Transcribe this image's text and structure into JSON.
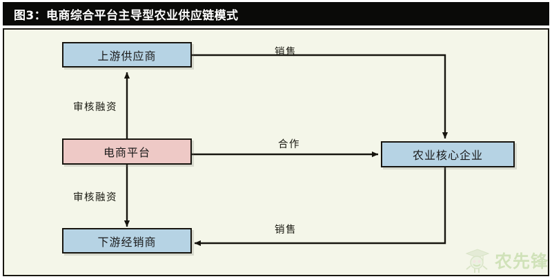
{
  "figure": {
    "title": "图3：电商综合平台主导型农业供应链模式",
    "background_color": "#f4f6e9",
    "title_bar_color": "#0a0a08",
    "title_text_color": "#ffffff",
    "border_color": "#16140e"
  },
  "nodes": [
    {
      "id": "upstream",
      "label": "上游供应商",
      "fill": "#b6d3e4"
    },
    {
      "id": "platform",
      "label": "电商平台",
      "fill": "#eec9c6"
    },
    {
      "id": "downstream",
      "label": "下游经销商",
      "fill": "#b6d3e4"
    },
    {
      "id": "core",
      "label": "农业核心企业",
      "fill": "#b6d3e4"
    }
  ],
  "edges": [
    {
      "id": "platform-to-upstream",
      "label": "审核融资",
      "from": "platform",
      "to": "upstream",
      "direction": "up"
    },
    {
      "id": "platform-to-downstream",
      "label": "审核融资",
      "from": "platform",
      "to": "downstream",
      "direction": "down"
    },
    {
      "id": "upstream-to-core",
      "label": "销售",
      "from": "upstream",
      "to": "core",
      "direction": "right-down"
    },
    {
      "id": "platform-to-core",
      "label": "合作",
      "from": "platform",
      "to": "core",
      "direction": "right"
    },
    {
      "id": "core-to-downstream",
      "label": "销售",
      "from": "core",
      "to": "downstream",
      "direction": "down-left"
    }
  ],
  "watermark": {
    "text": "农先锋",
    "color": "#8fbf63",
    "icon": "graduate-mascot-icon"
  }
}
